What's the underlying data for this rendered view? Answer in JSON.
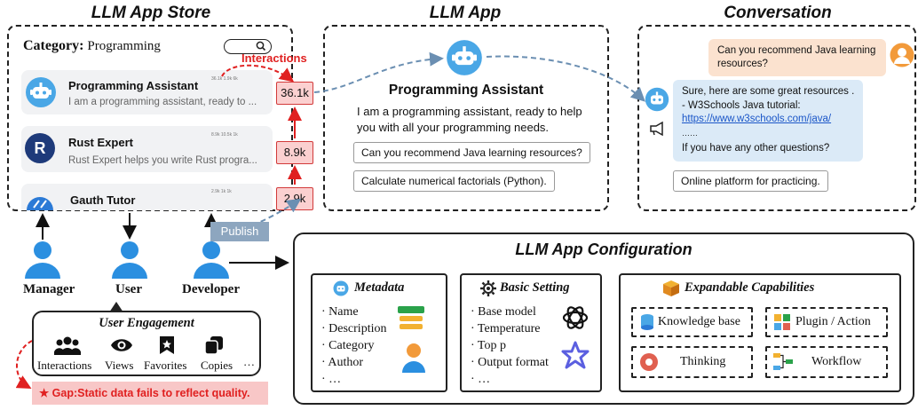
{
  "sections": {
    "store_title": "LLM App Store",
    "app_title": "LLM App",
    "conversation_title": "Conversation",
    "config_title": "LLM App Configuration"
  },
  "store": {
    "category_label": "Category:",
    "category_value": "Programming",
    "interactions_label": "Interactions",
    "cards": [
      {
        "title": "Programming Assistant",
        "desc": "I am a programming assistant, ready to ...",
        "count": "36.1k",
        "stats": "36.1k  1.9k  6k"
      },
      {
        "title": "Rust Expert",
        "desc": "Rust Expert helps you write Rust progra...",
        "count": "8.9k",
        "stats": "8.9k  10.5k  1k"
      },
      {
        "title": "Gauth Tutor",
        "desc": "",
        "count": "2.9k",
        "stats": "2.9k  1k  1k"
      }
    ],
    "logo_letter": "R"
  },
  "app": {
    "name": "Programming Assistant",
    "desc_line1": "I am a programming assistant, ready to help",
    "desc_line2": "you with all your programming needs.",
    "query1": "Can you recommend Java learning resources?",
    "query2": "Calculate numerical factorials (Python)."
  },
  "conversation": {
    "user_msg_line1": "Can you recommend Java learning",
    "user_msg_line2": "resources?",
    "bot_line1": "Sure, here are some great resources .",
    "bot_line2": "- W3Schools Java tutorial:",
    "bot_link": "https://www.w3schools.com/java/",
    "bot_line4": "……",
    "bot_line5": "If you have any other questions?",
    "suggestion": "Online platform for practicing."
  },
  "roles": {
    "manager": "Manager",
    "user": "User",
    "developer": "Developer",
    "publish": "Publish"
  },
  "engagement": {
    "title": "User Engagement",
    "items": [
      "Interactions",
      "Views",
      "Favorites",
      "Copies",
      "…"
    ],
    "gap_text": "★ Gap:Static data fails to reflect quality."
  },
  "config": {
    "metadata": {
      "title": "Metadata",
      "items": [
        "· Name",
        "· Description",
        "· Category",
        "· Author",
        "· …"
      ]
    },
    "basic": {
      "title": "Basic Setting",
      "items": [
        "· Base model",
        "· Temperature",
        "· Top p",
        "· Output format",
        "· …"
      ]
    },
    "expandable": {
      "title": "Expandable Capabilities",
      "items": [
        "Knowledge base",
        "Plugin / Action",
        "Thinking",
        "Workflow"
      ]
    }
  },
  "colors": {
    "accent_red": "#e02020",
    "count_bg": "#fbd0d0",
    "person_blue": "#2b8fe0",
    "bubble_blue": "#dbeaf7",
    "bubble_orange": "#fbe2cf",
    "gap_bg": "#f8c7c7",
    "publish_bg": "#8da6bf"
  }
}
